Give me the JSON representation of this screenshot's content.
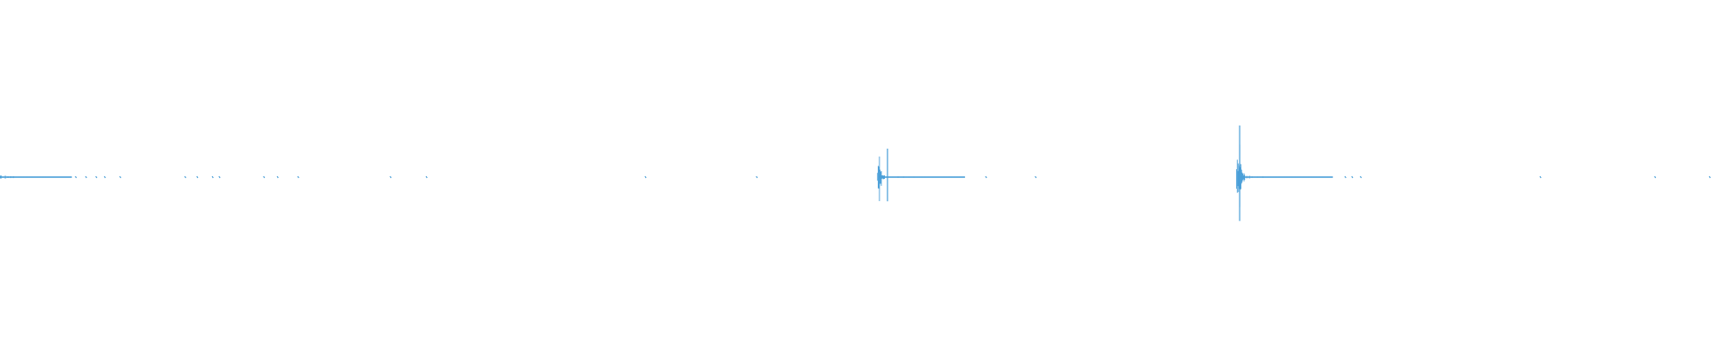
{
  "waveform": {
    "color": "#4a9fd8",
    "background": "#ffffff",
    "baseline_level": 0.0,
    "events": [
      {
        "label": "clip-start",
        "position": 0.0,
        "amplitude": 0.01,
        "tail": 0.042,
        "density": 0.8
      },
      {
        "label": "burst-1",
        "position": 0.514,
        "amplitude": 0.16,
        "tail": 0.05,
        "density": 1.0
      },
      {
        "label": "burst-2",
        "position": 0.724,
        "amplitude": 0.29,
        "tail": 0.055,
        "density": 1.0
      }
    ],
    "specks": [
      0.044,
      0.05,
      0.056,
      0.061,
      0.07,
      0.108,
      0.115,
      0.124,
      0.128,
      0.154,
      0.162,
      0.174,
      0.228,
      0.249,
      0.377,
      0.442,
      0.576,
      0.605,
      0.786,
      0.79,
      0.795,
      0.9,
      0.967,
      0.999
    ]
  }
}
